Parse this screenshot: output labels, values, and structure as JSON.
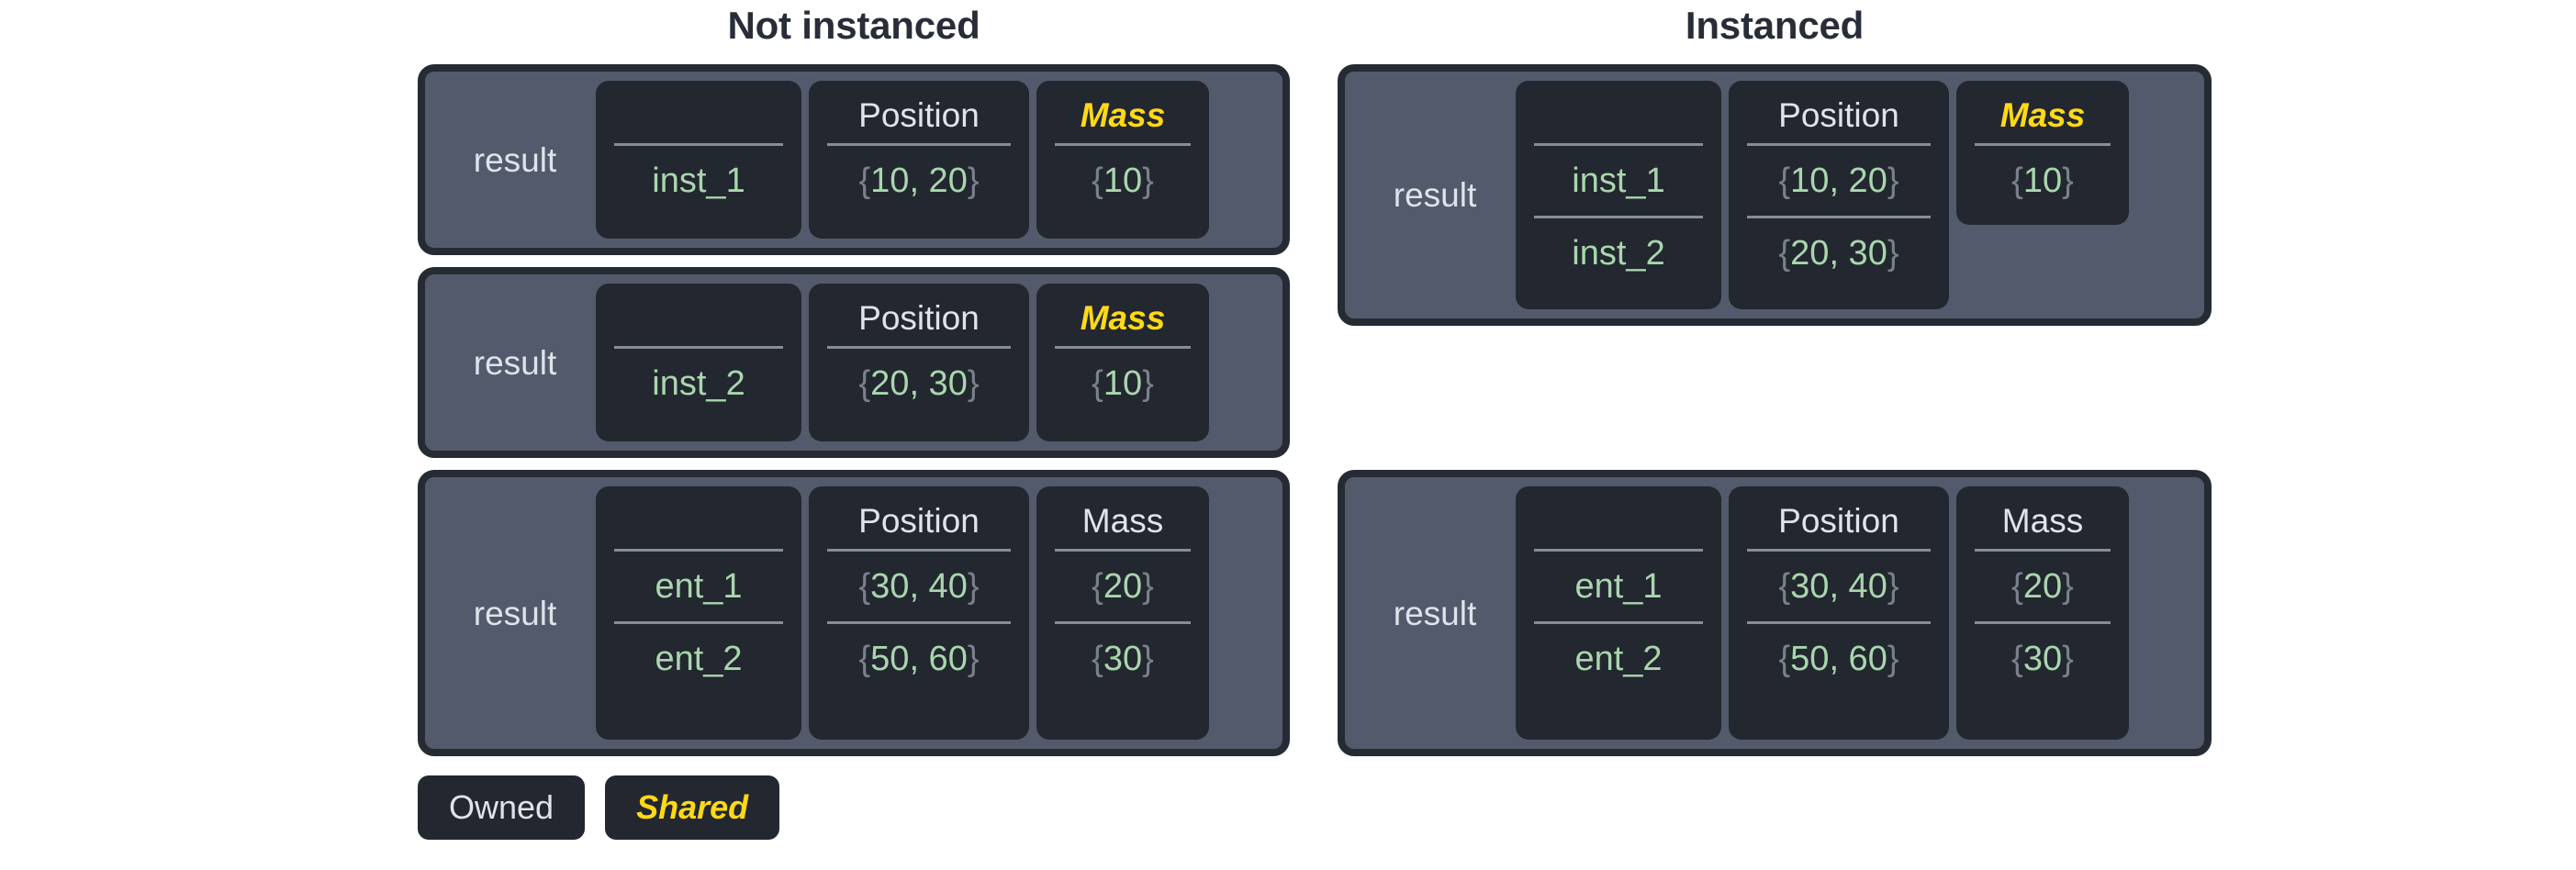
{
  "headings": {
    "not_instanced": "Not instanced",
    "instanced": "Instanced"
  },
  "labels": {
    "result": "result",
    "position_header": "Position",
    "mass_header": "Mass"
  },
  "colors": {
    "background": "#ffffff",
    "shell_border": "#262b33",
    "shell_fill": "#535a6b",
    "card_fill": "#23272f",
    "owned_text": "#dfe3ea",
    "shared_text": "#ffd916",
    "value_text": "#a9d6ae",
    "brace_text": "#7a818d",
    "divider": "#878d98",
    "heading_text": "#282d37"
  },
  "tables": {
    "ni_inst_1": {
      "owner": "result",
      "columns": [
        {
          "header": "",
          "shared": false
        },
        {
          "header": "Position",
          "shared": false
        },
        {
          "header": "Mass",
          "shared": true
        }
      ],
      "rows": [
        {
          "name": "inst_1",
          "position": "{10, 20}",
          "mass": "{10}"
        }
      ]
    },
    "ni_inst_2": {
      "owner": "result",
      "columns": [
        {
          "header": "",
          "shared": false
        },
        {
          "header": "Position",
          "shared": false
        },
        {
          "header": "Mass",
          "shared": true
        }
      ],
      "rows": [
        {
          "name": "inst_2",
          "position": "{20, 30}",
          "mass": "{10}"
        }
      ]
    },
    "ni_ent": {
      "owner": "result",
      "columns": [
        {
          "header": "",
          "shared": false
        },
        {
          "header": "Position",
          "shared": false
        },
        {
          "header": "Mass",
          "shared": false
        }
      ],
      "rows": [
        {
          "name": "ent_1",
          "position": "{30, 40}",
          "mass": "{20}"
        },
        {
          "name": "ent_2",
          "position": "{50, 60}",
          "mass": "{30}"
        }
      ]
    },
    "in_inst": {
      "owner": "result",
      "columns": [
        {
          "header": "",
          "shared": false
        },
        {
          "header": "Position",
          "shared": false
        },
        {
          "header": "Mass",
          "shared": true
        }
      ],
      "rows": [
        {
          "name": "inst_1",
          "position": "{10, 20}",
          "mass": "{10}"
        },
        {
          "name": "inst_2",
          "position": "{20, 30}",
          "mass": ""
        }
      ]
    },
    "in_ent": {
      "owner": "result",
      "columns": [
        {
          "header": "",
          "shared": false
        },
        {
          "header": "Position",
          "shared": false
        },
        {
          "header": "Mass",
          "shared": false
        }
      ],
      "rows": [
        {
          "name": "ent_1",
          "position": "{30, 40}",
          "mass": "{20}"
        },
        {
          "name": "ent_2",
          "position": "{50, 60}",
          "mass": "{30}"
        }
      ]
    }
  },
  "legend": {
    "owned": "Owned",
    "shared": "Shared"
  }
}
